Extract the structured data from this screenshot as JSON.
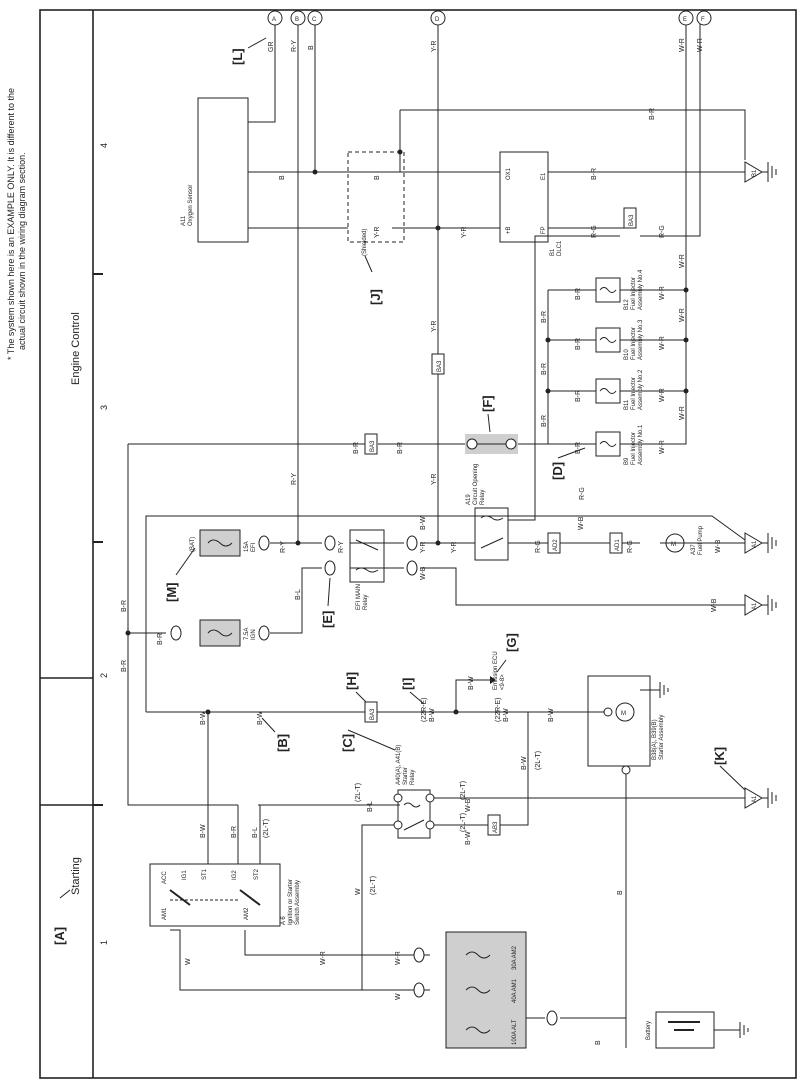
{
  "note": [
    "* The system shown here is an EXAMPLE ONLY. It is different to the",
    "actual circuit shown in the wiring diagram section."
  ],
  "title_engine": "Engine Control",
  "title_starting": "Starting",
  "columns": [
    "1",
    "2",
    "3",
    "4"
  ],
  "callouts": {
    "A": "[A]",
    "B": "[B]",
    "C": "[C]",
    "D": "[D]",
    "E": "[E]",
    "F": "[F]",
    "G": "[G]",
    "H": "[H]",
    "I": "[I]",
    "J": "[J]",
    "K": "[K]",
    "L": "[L]",
    "M": "[M]"
  },
  "connectors": [
    "A",
    "B",
    "C",
    "D",
    "E",
    "F"
  ],
  "components": {
    "battery": "Battery",
    "fusible_alt": "100A ALT",
    "fusible_am1": "40A AM1",
    "fusible_am2": "30A AM2",
    "ign_switch_id": "A 6",
    "ign_switch_name": "Ignition or Starter",
    "ign_switch_name2": "Switch Assembly",
    "starter_relay_id": "A40(A), A41(B)",
    "starter_relay_name": "Starter",
    "starter_relay_name2": "Relay",
    "starter_assy_id": "B38(A), B39(B)",
    "starter_assy_name": "Starter Assembly",
    "emission_ecu": "Emission ECU",
    "emission_ecu_ref": "<9-8>",
    "fuse_ign": "7.5A",
    "fuse_ign_name": "IGN",
    "fuse_efi": "15A",
    "fuse_efi_name": "EFI",
    "bat": "(BAT)",
    "efi_relay": "EFI MAIN",
    "efi_relay2": "Relay",
    "cor_id": "A19",
    "cor_name": "Circuit Opening",
    "cor_name2": "Relay",
    "fuel_pump_id": "A37",
    "fuel_pump_name": "Fuel Pump",
    "inj1_id": "B9",
    "inj1_name": "Fuel Injector",
    "inj1_name2": "Assembly No.1",
    "inj2_id": "B11",
    "inj2_name": "Fuel Injector",
    "inj2_name2": "Assembly No.2",
    "inj3_id": "B10",
    "inj3_name": "Fuel Injector",
    "inj3_name2": "Assembly No.3",
    "inj4_id": "B12",
    "inj4_name": "Fuel Injector",
    "inj4_name2": "Assembly No.4",
    "dlc_id": "B1",
    "dlc_name": "DLC1",
    "o2_id": "A11",
    "o2_name": "Oxygen Sensor",
    "shielded": "(Shielded)",
    "ground_a1": "A1",
    "ground_b1": "B1"
  },
  "pins": {
    "acc": "ACC",
    "ig1": "IG1",
    "st1": "ST1",
    "ig2": "IG2",
    "st2": "ST2",
    "am1": "AM1",
    "am2": "AM2",
    "ox1": "OX1",
    "e1": "E1",
    "fp": "FP",
    "b": "+B",
    "m": "M"
  },
  "joints": [
    "BA3",
    "AB3",
    "AD1",
    "AD2",
    "BA3",
    "BA3",
    "BA3"
  ],
  "wire_colors": {
    "w": "W",
    "wr": "W-R",
    "bw": "B-W",
    "br": "B-R",
    "bl": "B-L",
    "b": "B",
    "ry": "R-Y",
    "yr": "Y-R",
    "wb": "W-B",
    "rg": "R-G",
    "gr": "GR",
    "sh": "(2L-T)",
    "sh2": "(2L-T)",
    "s22": "(22R-E)"
  }
}
